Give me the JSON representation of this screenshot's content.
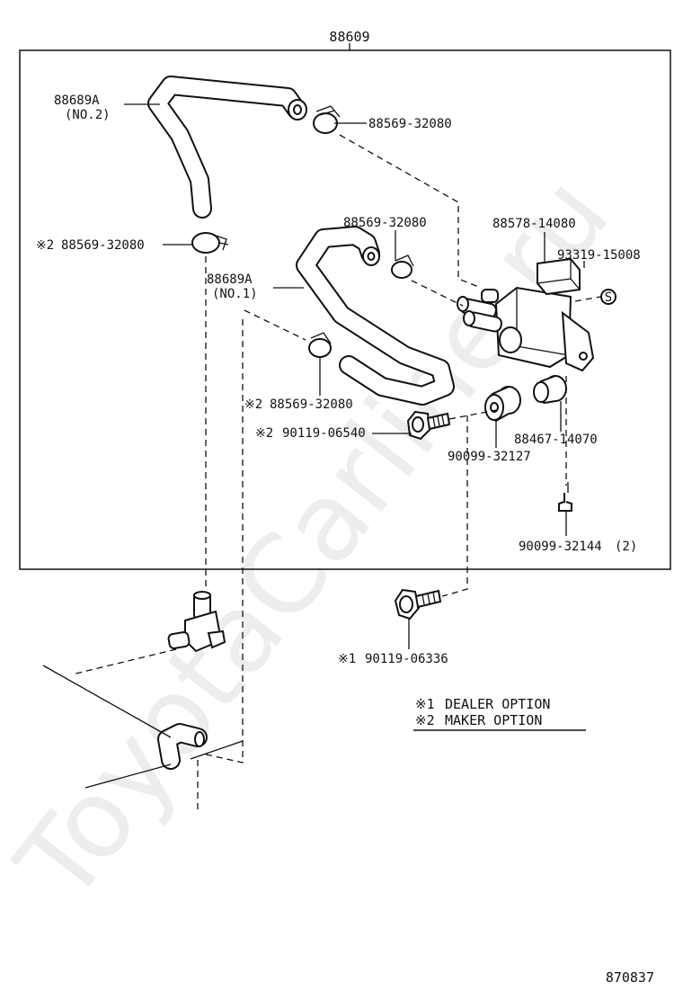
{
  "watermark": "ToyotaCarline.ru",
  "assembly_number": "88609",
  "drawing_number": "870837",
  "parts": {
    "hose_no2_id": "88689A",
    "hose_no2_qual": "(NO.2)",
    "hose_no1_id": "88689A",
    "hose_no1_qual": "(NO.1)",
    "clip_top": "88569-32080",
    "clip_left_mark": "※2",
    "clip_left": "88569-32080",
    "clip_mid": "88569-32080",
    "clip_lower_mark": "※2",
    "clip_lower": "88569-32080",
    "valve": "88578-14080",
    "cap": "93319-15008",
    "bolt_mid_mark": "※2",
    "bolt_mid": "90119-06540",
    "cushion": "90099-32127",
    "collar": "88467-14070",
    "screw": "90099-32144",
    "screw_qty": "(2)",
    "bolt_low_mark": "※1",
    "bolt_low": "90119-06336",
    "s_symbol": "S"
  },
  "legend": [
    {
      "mark": "※1",
      "text": "DEALER OPTION"
    },
    {
      "mark": "※2",
      "text": "MAKER OPTION"
    }
  ]
}
